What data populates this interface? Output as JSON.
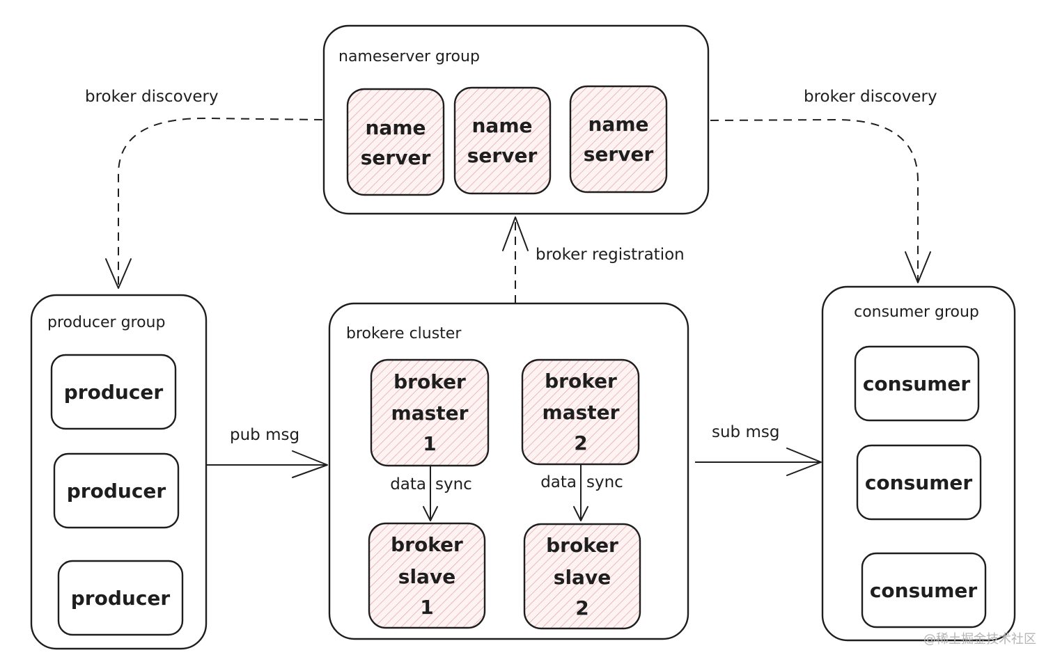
{
  "groups": {
    "nameserver": {
      "title": "nameserver group",
      "nodes": [
        {
          "line1": "name",
          "line2": "server"
        },
        {
          "line1": "name",
          "line2": "server"
        },
        {
          "line1": "name",
          "line2": "server"
        }
      ]
    },
    "producer": {
      "title": "producer group",
      "nodes": [
        "producer",
        "producer",
        "producer"
      ]
    },
    "broker": {
      "title": "brokere cluster",
      "masters": [
        {
          "line1": "broker",
          "line2": "master",
          "line3": "1"
        },
        {
          "line1": "broker",
          "line2": "master",
          "line3": "2"
        }
      ],
      "slaves": [
        {
          "line1": "broker",
          "line2": "slave",
          "line3": "1"
        },
        {
          "line1": "broker",
          "line2": "slave",
          "line3": "2"
        }
      ],
      "sync_label_left": "data",
      "sync_label_right": "sync"
    },
    "consumer": {
      "title": "consumer group",
      "nodes": [
        "consumer",
        "consumer",
        "consumer"
      ]
    }
  },
  "edges": {
    "discovery_left": "broker discovery",
    "discovery_right": "broker discovery",
    "registration": "broker registration",
    "pub": "pub msg",
    "sub": "sub msg"
  },
  "watermark": "@稀土掘金技术社区",
  "colors": {
    "stroke": "#1e1e1e",
    "hatch": "#e8a0a0",
    "hatch_bg": "#fdf3f3"
  }
}
